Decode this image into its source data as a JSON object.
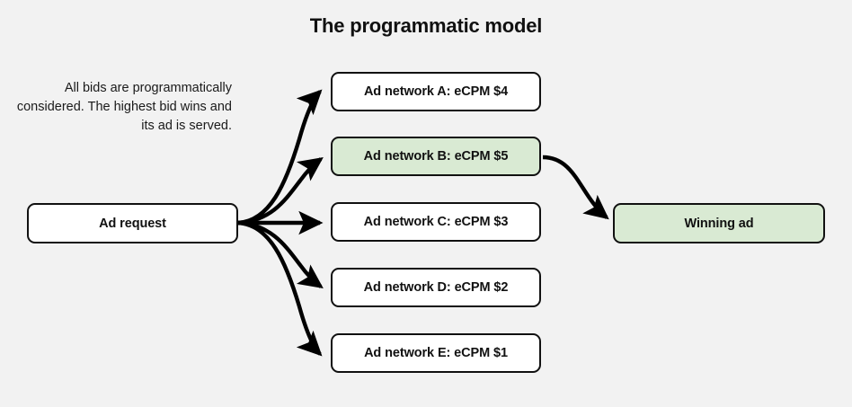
{
  "page": {
    "title": "The programmatic model",
    "background_color": "#f2f2f2",
    "caption": "All bids are programmatically considered. The highest bid wins and its ad is served."
  },
  "colors": {
    "node_fill": "#ffffff",
    "node_border": "#111111",
    "highlight_fill": "#d9ead3",
    "arrow": "#000000",
    "text": "#111111"
  },
  "diagram": {
    "type": "flow",
    "source": {
      "label": "Ad request",
      "highlighted": false
    },
    "networks": [
      {
        "label": "Ad network A: eCPM $4",
        "name": "Ad network A",
        "ecpm": "$4",
        "highlighted": false
      },
      {
        "label": "Ad network B: eCPM $5",
        "name": "Ad network B",
        "ecpm": "$5",
        "highlighted": true
      },
      {
        "label": "Ad network C: eCPM $3",
        "name": "Ad network C",
        "ecpm": "$3",
        "highlighted": false
      },
      {
        "label": "Ad network D: eCPM $2",
        "name": "Ad network D",
        "ecpm": "$2",
        "highlighted": false
      },
      {
        "label": "Ad network E: eCPM $1",
        "name": "Ad network E",
        "ecpm": "$1",
        "highlighted": false
      }
    ],
    "winner": {
      "label": "Winning ad",
      "highlighted": true
    },
    "edges": [
      {
        "from": "Ad request",
        "to": "Ad network A: eCPM $4"
      },
      {
        "from": "Ad request",
        "to": "Ad network B: eCPM $5"
      },
      {
        "from": "Ad request",
        "to": "Ad network C: eCPM $3"
      },
      {
        "from": "Ad request",
        "to": "Ad network D: eCPM $2"
      },
      {
        "from": "Ad request",
        "to": "Ad network E: eCPM $1"
      },
      {
        "from": "Ad network B: eCPM $5",
        "to": "Winning ad"
      }
    ]
  }
}
